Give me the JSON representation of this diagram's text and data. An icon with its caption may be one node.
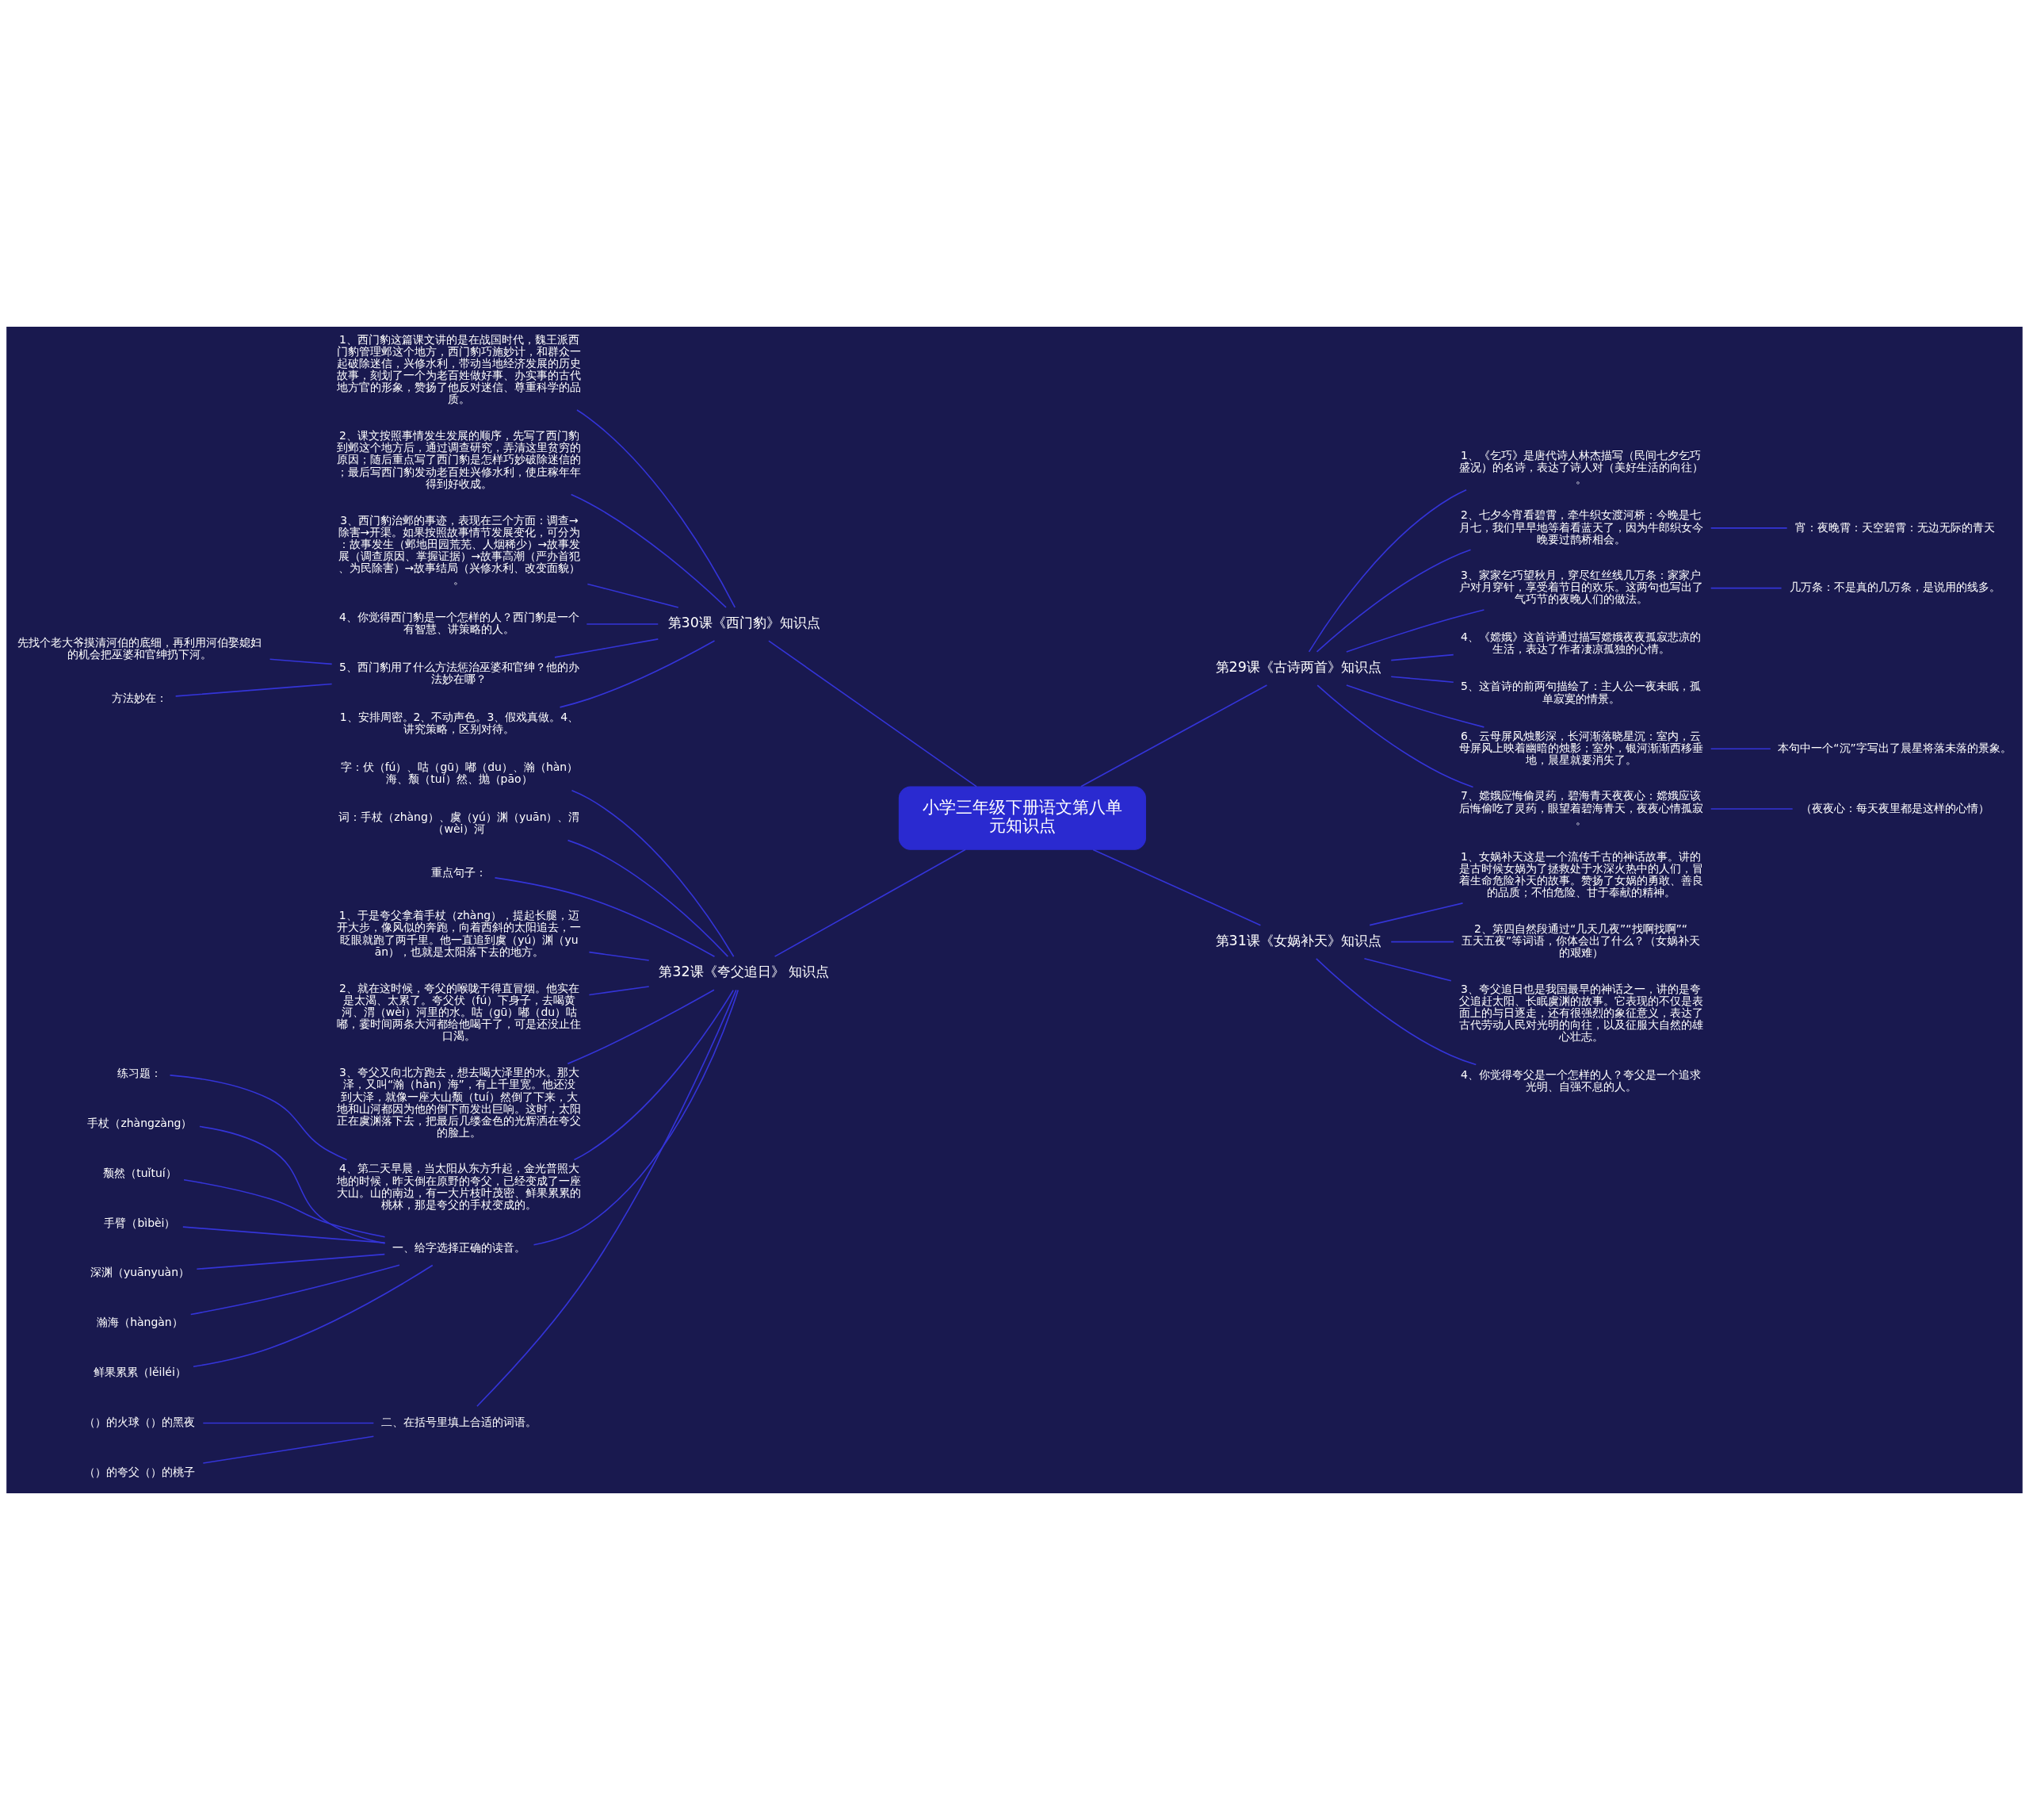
{
  "diagram": {
    "nodes": [
      {
        "text": [
          "小学三年级下册语文第八单元知识点"
        ]
      },
      {
        "text": [
          "第30课《西门豹》知识点"
        ]
      },
      {
        "text": [
          "1、西门豹这篇课文讲的是在战国时代，魏王派西门豹管理邺这个地方，西门豹巧施妙计，和群众一起破除迷信，兴修水利，带动当地经济发展的历史故事，刻划了一个为老百姓做好事、办实事的古代地方官的形象，赞扬了他反对迷信、尊重科学的品质。"
        ]
      },
      {
        "text": [
          "2、课文按照事情发生发展的顺序，先写了西门豹到邺这个地方后，通过调查研究，弄清这里贫穷的原因；随后重点写了西门豹是怎样巧妙破除迷信的；最后写西门豹发动老百姓兴修水利，使庄稼年年得到好收成。"
        ]
      },
      {
        "text": [
          "3、西门豹治邺的事迹，表现在三个方面：调查→除害→开渠。如果按照故事情节发展变化，可分为：故事发生（邺地田园荒芜、人烟稀少）→故事发展（调查原因、掌握证据）→故事高潮（严办首犯、为民除害）→故事结局（兴修水利、改变面貌）。"
        ]
      },
      {
        "text": [
          "4、你觉得西门豹是一个怎样的人？西门豹是一个有智慧、讲策略的人。"
        ]
      },
      {
        "text": [
          "5、西门豹用了什么方法惩治巫婆和官绅？他的办法妙在哪？"
        ]
      },
      {
        "text": [
          "先找个老大爷摸清河伯的底细，再利用河伯娶媳妇的机会把巫婆和官绅扔下河。"
        ]
      },
      {
        "text": [
          "方法妙在："
        ]
      },
      {
        "text": [
          "1、安排周密。2、不动声色。3、假戏真做。4、讲究策略，区别对待。"
        ]
      },
      {
        "text": [
          "第32课《夸父追日》 知识点"
        ]
      },
      {
        "text": [
          "字：伏（fú）、咕（gū）嘟（du）、瀚（hàn）海、颓（tuí）然、抛（pāo）"
        ]
      },
      {
        "text": [
          "词：手杖（zhàng）、虞（yú）渊（yuān）、渭（wèi）河"
        ]
      },
      {
        "text": [
          "重点句子："
        ]
      },
      {
        "text": [
          "1、于是夸父拿着手杖（zhàng），提起长腿，迈开大步，像风似的奔跑，向着西斜的太阳追去，一眨眼就跑了两千里。他一直追到虞（yú）渊（yuān），也就是太阳落下去的地方。"
        ]
      },
      {
        "text": [
          "2、就在这时候，夸父的喉咙干得直冒烟。他实在是太渴、太累了。夸父伏（fú）下身子，去喝黄河、渭（wèi）河里的水。咕（gū）嘟（du）咕嘟，霎时间两条大河都给他喝干了，可是还没止住口渴。"
        ]
      },
      {
        "text": [
          "3、夸父又向北方跑去，想去喝大泽里的水。那大泽，又叫“瀚（hàn）海”，有上千里宽。他还没到大泽，就像一座大山颓（tuí）然倒了下来，大地和山河都因为他的倒下而发出巨响。这时，太阳正在虞渊落下去，把最后几缕金色的光辉洒在夸父的脸上。"
        ]
      },
      {
        "text": [
          "4、第二天早晨，当太阳从东方升起，金光普照大地的时候，昨天倒在原野的夸父，已经变成了一座大山。山的南边，有一大片枝叶茂密、鲜果累累的桃林，那是夸父的手杖变成的。"
        ]
      },
      {
        "text": [
          "练习题："
        ]
      },
      {
        "text": [
          "一、给字选择正确的读音。"
        ]
      },
      {
        "text": [
          "手杖（zhàngzàng）"
        ]
      },
      {
        "text": [
          "颓然（tuǐtuí）"
        ]
      },
      {
        "text": [
          "手臂（bìbèi）"
        ]
      },
      {
        "text": [
          "深渊（yuānyuàn）"
        ]
      },
      {
        "text": [
          "瀚海（hàngàn）"
        ]
      },
      {
        "text": [
          "鲜果累累（lěiléi）"
        ]
      },
      {
        "text": [
          "二、在括号里填上合适的词语。"
        ]
      },
      {
        "text": [
          "（）的火球（）的黑夜"
        ]
      },
      {
        "text": [
          "（）的夸父（）的桃子"
        ]
      },
      {
        "text": [
          "第29课《古诗两首》知识点"
        ]
      },
      {
        "text": [
          "1、《乞巧》是唐代诗人林杰描写（民间七夕乞巧盛况）的名诗，表达了诗人对（美好生活的向往）。"
        ]
      },
      {
        "text": [
          "2、七夕今宵看碧霄，牵牛织女渡河桥：今晚是七月七，我们早早地等着看蓝天了，因为牛郎织女今晚要过鹊桥相会。"
        ]
      },
      {
        "text": [
          "3、家家乞巧望秋月，穿尽红丝线几万条：家家户户对月穿针，享受着节日的欢乐。这两句也写出了气巧节的夜晚人们的做法。"
        ]
      },
      {
        "text": [
          "4、《嫦娥》这首诗通过描写嫦娥夜夜孤寂悲凉的生活，表达了作者凄凉孤独的心情。"
        ]
      },
      {
        "text": [
          "5、这首诗的前两句描绘了：主人公一夜未眠，孤单寂寞的情景。"
        ]
      },
      {
        "text": [
          "6、云母屏风烛影深，长河渐落晓星沉：室内，云母屏风上映着幽暗的烛影；室外，银河渐渐西移垂地，晨星就要消失了。"
        ]
      },
      {
        "text": [
          "7、嫦娥应悔偷灵药，碧海青天夜夜心：嫦娥应该后悔偷吃了灵药，眼望着碧海青天，夜夜心情孤寂。"
        ]
      },
      {
        "text": [
          "宵：夜晚霄：天空碧霄：无边无际的青天"
        ]
      },
      {
        "text": [
          "几万条：不是真的几万条，是说用的线多。"
        ]
      },
      {
        "text": [
          "本句中一个“沉”字写出了晨星将落未落的景象。"
        ]
      },
      {
        "text": [
          "（夜夜心：每天夜里都是这样的心情）"
        ]
      },
      {
        "text": [
          "第31课《女娲补天》知识点"
        ]
      },
      {
        "text": [
          "1、女娲补天这是一个流传千古的神话故事。讲的是古时候女娲为了拯救处于水深火热中的人们，冒着生命危险补天的故事。赞扬了女娲的勇敢、善良的品质；不怕危险、甘于奉献的精神。"
        ]
      },
      {
        "text": [
          "2、第四自然段通过“几天几夜”“找啊找啊”“五天五夜”等词语，你体会出了什么？（女娲补天的艰难）"
        ]
      },
      {
        "text": [
          "3、夸父追日也是我国最早的神话之一，讲的是夸父追赶太阳、长眠虞渊的故事。它表现的不仅是表面上的与日逐走，还有很强烈的象征意义，表达了古代劳动人民对光明的向往，以及征服大自然的雄心壮志。"
        ]
      },
      {
        "text": [
          "4、你觉得夸父是一个怎样的人？夸父是一个追求光明、自强不息的人。"
        ]
      }
    ],
    "edges": [
      {
        "from": 0,
        "to": 1,
        "arrow": "none"
      },
      {
        "from": 1,
        "to": 2,
        "arrow": "none"
      },
      {
        "from": 1,
        "to": 3,
        "arrow": "none"
      },
      {
        "from": 1,
        "to": 4,
        "arrow": "none"
      },
      {
        "from": 1,
        "to": 5,
        "arrow": "none"
      },
      {
        "from": 1,
        "to": 6,
        "arrow": "none"
      },
      {
        "from": 6,
        "to": 7,
        "arrow": "none"
      },
      {
        "from": 6,
        "to": 8,
        "arrow": "none"
      },
      {
        "from": 1,
        "to": 9,
        "arrow": "none"
      },
      {
        "from": 0,
        "to": 10,
        "arrow": "none"
      },
      {
        "from": 10,
        "to": 11,
        "arrow": "none"
      },
      {
        "from": 10,
        "to": 12,
        "arrow": "none"
      },
      {
        "from": 10,
        "to": 13,
        "arrow": "none"
      },
      {
        "from": 10,
        "to": 14,
        "arrow": "none"
      },
      {
        "from": 10,
        "to": 15,
        "arrow": "none"
      },
      {
        "from": 10,
        "to": 16,
        "arrow": "none"
      },
      {
        "from": 10,
        "to": 17,
        "arrow": "none"
      },
      {
        "from": 17,
        "to": 18,
        "arrow": "none"
      },
      {
        "from": 10,
        "to": 19,
        "arrow": "none"
      },
      {
        "from": 19,
        "to": 20,
        "arrow": "none"
      },
      {
        "from": 19,
        "to": 21,
        "arrow": "none"
      },
      {
        "from": 19,
        "to": 22,
        "arrow": "none"
      },
      {
        "from": 19,
        "to": 23,
        "arrow": "none"
      },
      {
        "from": 19,
        "to": 24,
        "arrow": "none"
      },
      {
        "from": 19,
        "to": 25,
        "arrow": "none"
      },
      {
        "from": 10,
        "to": 26,
        "arrow": "none"
      },
      {
        "from": 26,
        "to": 27,
        "arrow": "none"
      },
      {
        "from": 26,
        "to": 28,
        "arrow": "none"
      },
      {
        "from": 0,
        "to": 29,
        "arrow": "none"
      },
      {
        "from": 29,
        "to": 30,
        "arrow": "none"
      },
      {
        "from": 29,
        "to": 31,
        "arrow": "none"
      },
      {
        "from": 29,
        "to": 32,
        "arrow": "none"
      },
      {
        "from": 29,
        "to": 33,
        "arrow": "none"
      },
      {
        "from": 29,
        "to": 34,
        "arrow": "none"
      },
      {
        "from": 29,
        "to": 35,
        "arrow": "none"
      },
      {
        "from": 29,
        "to": 36,
        "arrow": "none"
      },
      {
        "from": 31,
        "to": 37,
        "arrow": "none"
      },
      {
        "from": 32,
        "to": 38,
        "arrow": "none"
      },
      {
        "from": 35,
        "to": 39,
        "arrow": "none"
      },
      {
        "from": 36,
        "to": 40,
        "arrow": "none"
      },
      {
        "from": 0,
        "to": 41,
        "arrow": "none"
      },
      {
        "from": 41,
        "to": 42,
        "arrow": "none"
      },
      {
        "from": 41,
        "to": 43,
        "arrow": "none"
      },
      {
        "from": 41,
        "to": 44,
        "arrow": "none"
      },
      {
        "from": 41,
        "to": 45,
        "arrow": "none"
      }
    ]
  }
}
